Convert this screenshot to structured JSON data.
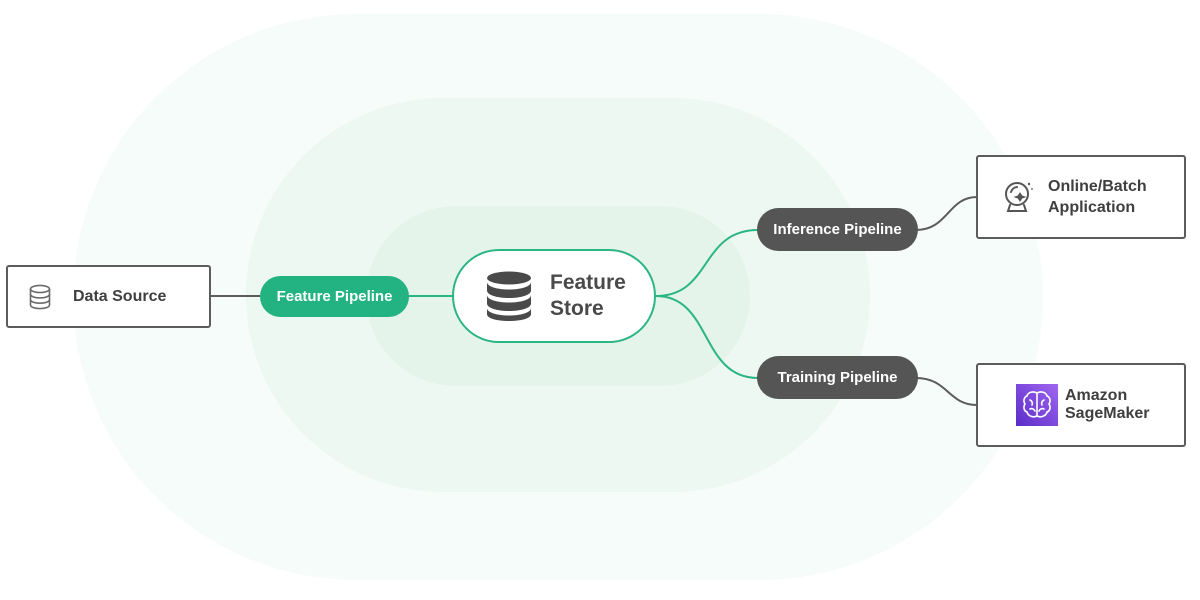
{
  "diagram": {
    "data_source": {
      "label": "Data Source",
      "icon": "database-icon"
    },
    "feature_pipeline": {
      "label": "Feature Pipeline"
    },
    "feature_store": {
      "label_line1": "Feature",
      "label_line2": "Store",
      "icon": "database-stack-icon"
    },
    "inference_pipeline": {
      "label": "Inference Pipeline"
    },
    "training_pipeline": {
      "label": "Training Pipeline"
    },
    "online_batch_app": {
      "label_line1": "Online/Batch",
      "label_line2": "Application",
      "icon": "crystal-ball-icon"
    },
    "sagemaker": {
      "label_line1": "Amazon",
      "label_line2": "SageMaker",
      "icon": "brain-logo-icon"
    }
  },
  "colors": {
    "accent_green": "#23b383",
    "pill_dark": "#555555",
    "sagemaker_purple": "#7a4fe0",
    "connector": "#5c5c5c"
  }
}
